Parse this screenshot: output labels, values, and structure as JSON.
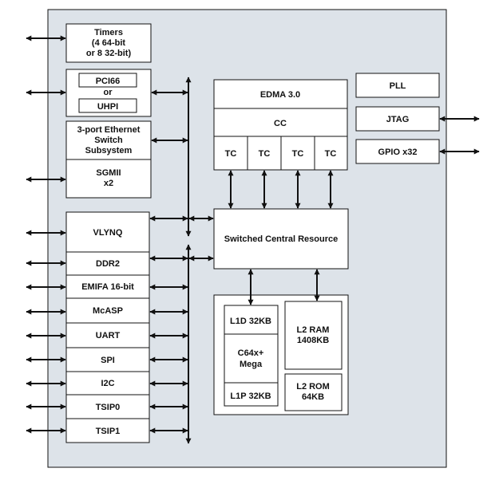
{
  "colors": {
    "chip_background": "#dde3e9",
    "box_fill": "#ffffff",
    "line": "#111111"
  },
  "blocks": {
    "timers": [
      "Timers",
      "(4 64-bit",
      "or 8 32-bit)"
    ],
    "pci66": "PCI66",
    "or": "or",
    "uhpi": "UHPI",
    "ethernet": [
      "3-port Ethernet",
      "Switch",
      "Subsystem"
    ],
    "sgmii": [
      "SGMII",
      "x2"
    ],
    "vlynq": "VLYNQ",
    "ddr2": "DDR2",
    "emifa": "EMIFA 16-bit",
    "mcasp": "McASP",
    "uart": "UART",
    "spi": "SPI",
    "i2c": "I2C",
    "tsip0": "TSIP0",
    "tsip1": "TSIP1",
    "edma": "EDMA 3.0",
    "cc": "CC",
    "tc": [
      "TC",
      "TC",
      "TC",
      "TC"
    ],
    "scr": "Switched Central Resource",
    "l1d": "L1D 32KB",
    "c64x": [
      "C64x+",
      "Mega"
    ],
    "l1p": "L1P 32KB",
    "l2ram": [
      "L2 RAM",
      "1408KB"
    ],
    "l2rom": [
      "L2 ROM",
      "64KB"
    ],
    "pll": "PLL",
    "jtag": "JTAG",
    "gpio": "GPIO x32"
  }
}
